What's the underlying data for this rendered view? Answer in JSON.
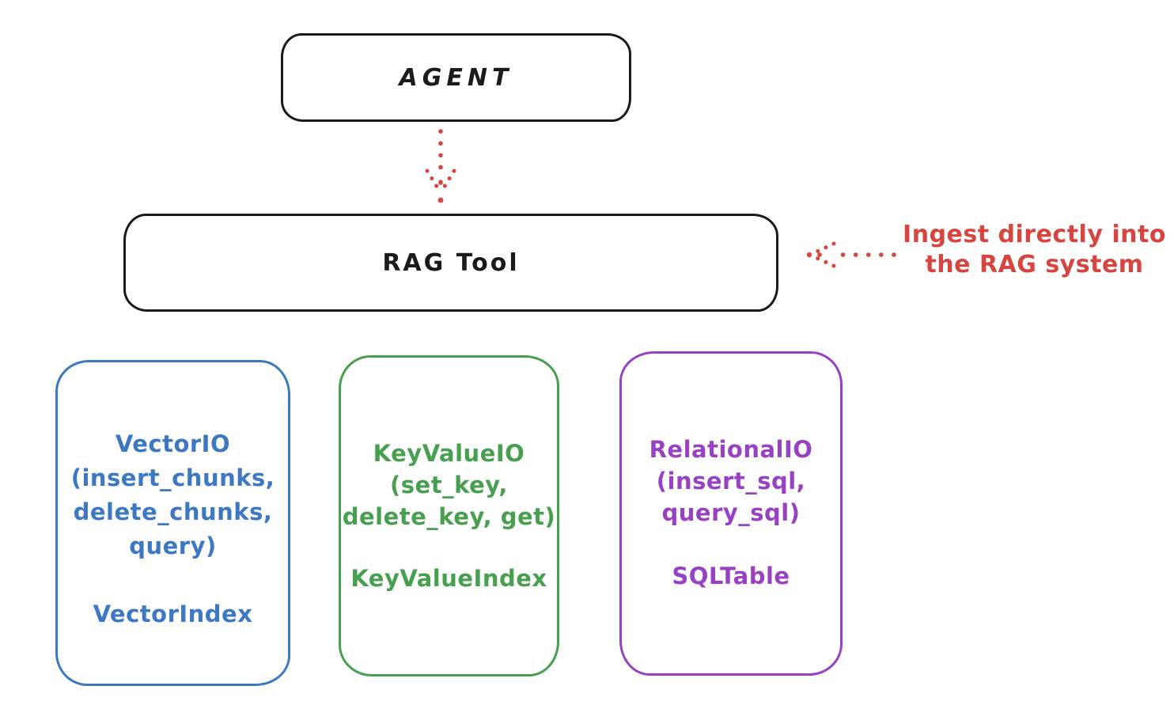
{
  "colors": {
    "ink": "#1b1b1b",
    "red": "#d64540",
    "blue": "#3d78c3",
    "green": "#46a04f",
    "purple": "#9842c3",
    "background": "#ffffff"
  },
  "nodes": {
    "agent": {
      "label": "AGENT"
    },
    "rag_tool": {
      "label": "RAG Tool"
    },
    "vector": {
      "lines": [
        "VectorIO",
        "(insert_chunks,",
        "delete_chunks,",
        "query)"
      ],
      "footer": "VectorIndex",
      "color": "#3d78c3"
    },
    "keyvalue": {
      "lines": [
        "KeyValueIO",
        "(set_key,",
        "delete_key, get)"
      ],
      "footer": "KeyValueIndex",
      "color": "#46a04f"
    },
    "relational": {
      "lines": [
        "RelationalIO",
        "(insert_sql,",
        "query_sql)"
      ],
      "footer": "SQLTable",
      "color": "#9842c3"
    }
  },
  "annotation": {
    "text": [
      "Ingest directly into",
      "the RAG system"
    ],
    "color": "#d64540"
  },
  "connectors": {
    "agent_to_rag_tool": "dotted arrow down",
    "annotation_to_rag_tool": "dotted arrow left"
  }
}
